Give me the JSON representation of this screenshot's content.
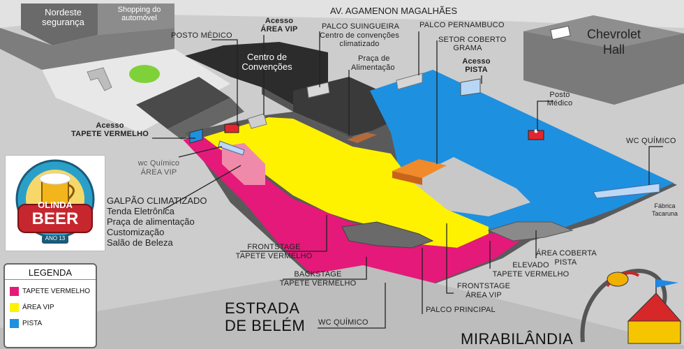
{
  "streets": {
    "top": "AV. AGAMENON MAGALHÃES",
    "bottom_left_line1": "ESTRADA",
    "bottom_left_line2": "DE BELÉM",
    "bottom_right": "MIRABILÂNDIA"
  },
  "buildings": {
    "nordeste_line1": "Nordeste",
    "nordeste_line2": "segurança",
    "shopping_line1": "Shopping do",
    "shopping_line2": "automóvel",
    "chevrolet_line1": "Chevrolet",
    "chevrolet_line2": "Hall",
    "centro_line1": "Centro de",
    "centro_line2": "Convenções"
  },
  "labels": {
    "posto_medico_top": "POSTO MÉDICO",
    "acesso_vip_line1": "Acesso",
    "acesso_vip_line2": "ÁREA VIP",
    "palco_suingueira_line1": "PALCO SUINGUEIRA",
    "palco_suingueira_line2": "Centro de convenções",
    "palco_suingueira_line3": "climatizado",
    "praca_line1": "Praça de",
    "praca_line2": "Alimentação",
    "palco_pernambuco": "PALCO PERNAMBUCO",
    "setor_coberto_line1": "SETOR COBERTO",
    "setor_coberto_line2": "GRAMA",
    "acesso_pista_line1": "Acesso",
    "acesso_pista_line2": "PISTA",
    "posto_medico_right_line1": "Posto",
    "posto_medico_right_line2": "Médico",
    "wc_quimico_right": "WC QUÍMICO",
    "fabrica_line1": "Fábrica",
    "fabrica_line2": "Tacaruna",
    "acesso_tapete_line1": "Acesso",
    "acesso_tapete_line2": "TAPETE VERMELHO",
    "wc_vip_line1": "wc Químico",
    "wc_vip_line2": "ÁREA VIP",
    "galpao_line1": "GALPÃO CLIMATIZADO",
    "galpao_line2": "Tenda Eletrônica",
    "galpao_line3": "Praça de alimentação",
    "galpao_line4": "Customização",
    "galpao_line5": "Salão de Beleza",
    "frontstage_tv_line1": "FRONTSTAGE",
    "frontstage_tv_line2": "TAPETE VERMELHO",
    "backstage_line1": "BACKSTAGE",
    "backstage_line2": "TAPETE VERMELHO",
    "wc_quimico_bottom": "WC QUÍMICO",
    "palco_principal": "PALCO PRINCIPAL",
    "frontstage_vip_line1": "FRONTSTAGE",
    "frontstage_vip_line2": "ÁREA VIP",
    "elevado_line1": "ELEVADO",
    "elevado_line2": "TAPETE VERMELHO",
    "area_coberta_line1": "ÁREA COBERTA",
    "area_coberta_line2": "PISTA"
  },
  "legend": {
    "title": "LEGENDA",
    "items": [
      {
        "label": "TAPETE VERMELHO",
        "color": "#e5197a"
      },
      {
        "label": "ÁREA VIP",
        "color": "#fff200"
      },
      {
        "label": "PISTA",
        "color": "#1e90e0"
      }
    ]
  },
  "logo": {
    "line1": "OLINDA",
    "line2": "BEER",
    "ring_text": "ANO 13"
  },
  "colors": {
    "tapete": "#e5197a",
    "vip": "#fff200",
    "pista": "#1e90e0",
    "building_dark": "#3a3a3a",
    "ground": "#d6d6d6"
  }
}
